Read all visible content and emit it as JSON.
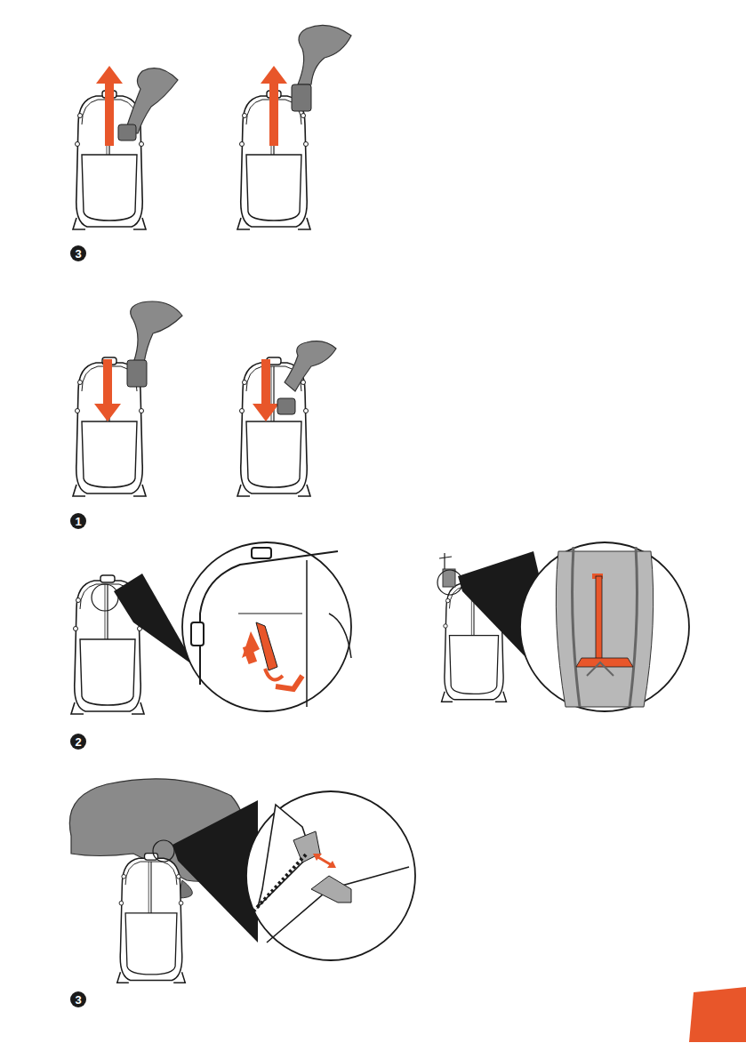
{
  "diagram": {
    "nodes": [
      {
        "text": [
          "3"
        ]
      },
      {
        "text": [
          "1"
        ]
      },
      {
        "text": [
          "2"
        ]
      },
      {
        "text": [
          "3"
        ]
      }
    ]
  }
}
